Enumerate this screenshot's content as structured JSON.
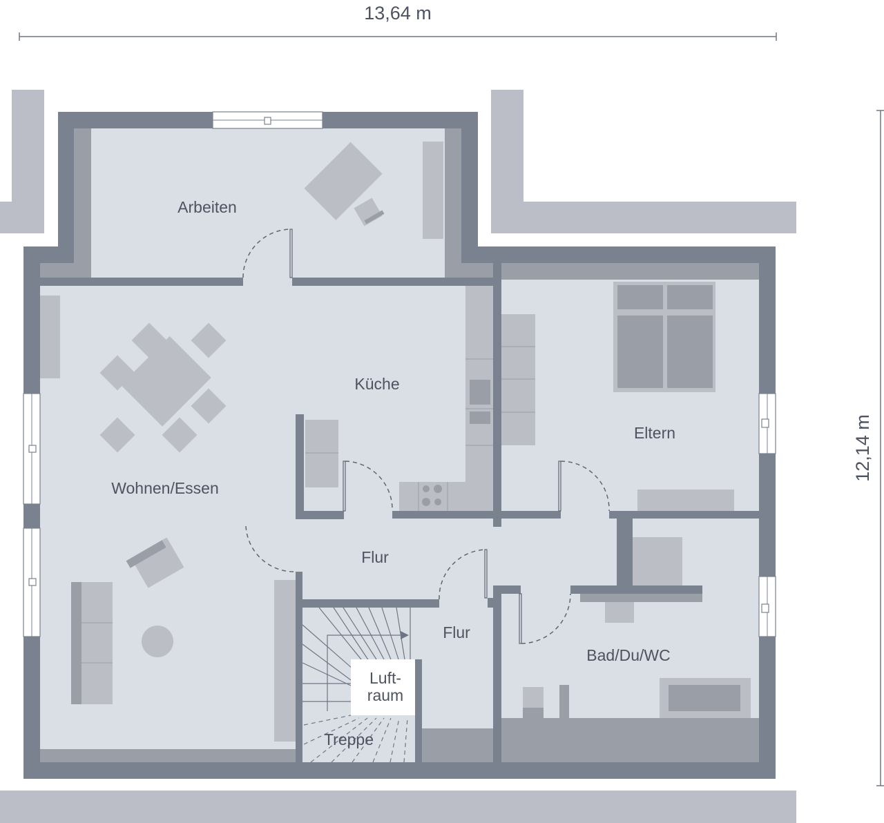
{
  "dimensions": {
    "width": "13,64 m",
    "depth": "12,14 m"
  },
  "rooms": {
    "arbeiten": "Arbeiten",
    "kueche": "Küche",
    "eltern": "Eltern",
    "wohnen_essen": "Wohnen/Essen",
    "flur_1": "Flur",
    "flur_2": "Flur",
    "bad": "Bad/Du/WC",
    "luftraum_line1": "Luft-",
    "luftraum_line2": "raum",
    "treppe": "Treppe"
  },
  "colors": {
    "wall": "#7a8290",
    "floor": "#dadee5",
    "sloped_ceiling": "#9a9ea7",
    "furniture": "#bbbec5",
    "terrace": "#bbbec6",
    "text": "#4d5360"
  }
}
